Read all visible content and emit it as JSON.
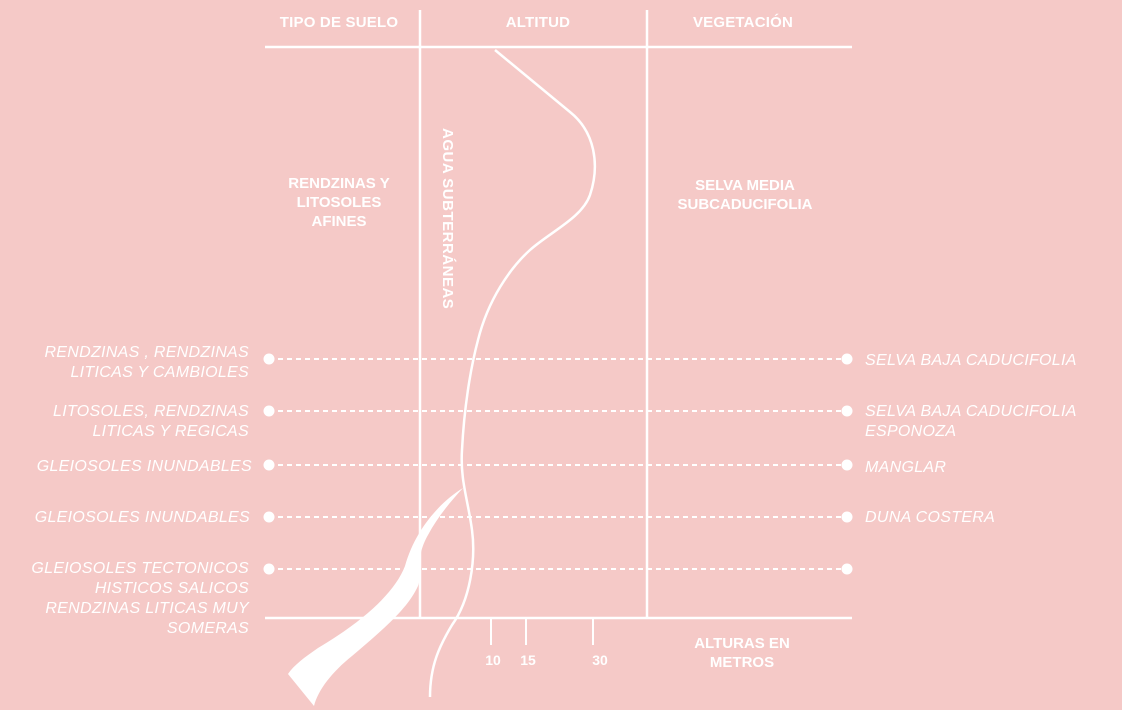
{
  "headers": {
    "soil": "TIPO DE SUELO",
    "altitude": "ALTITUD",
    "vegetation": "VEGETACIÓN"
  },
  "upper_zone": {
    "soil": "RENDZINAS Y\nLITOSOLES\nAFINES",
    "vegetation": "SELVA MEDIA\nSUBCADUCIFOLIA"
  },
  "groundwater_label": "AGUA SUBTERRÁNEAS",
  "rows": [
    {
      "soil": "RENDZINAS , RENDZINAS\nLITICAS Y CAMBIOLES",
      "vegetation": "SELVA BAJA CADUCIFOLIA"
    },
    {
      "soil": "LITOSOLES, RENDZINAS\nLITICAS Y REGICAS",
      "vegetation": "SELVA BAJA CADUCIFOLIA\nESPONOZA"
    },
    {
      "soil": "GLEIOSOLES INUNDABLES",
      "vegetation": "MANGLAR"
    },
    {
      "soil": "GLEIOSOLES INUNDABLES",
      "vegetation": "DUNA COSTERA"
    },
    {
      "soil": "GLEIOSOLES TECTONICOS\nHISTICOS SALICOS\nRENDZINAS LITICAS MUY\nSOMERAS",
      "vegetation": ""
    }
  ],
  "axis": {
    "ticks": [
      "10",
      "15",
      "30"
    ],
    "label": "ALTURAS EN\nMETROS"
  },
  "colors": {
    "background": "#f5c9c7",
    "ink": "#ffffff"
  }
}
